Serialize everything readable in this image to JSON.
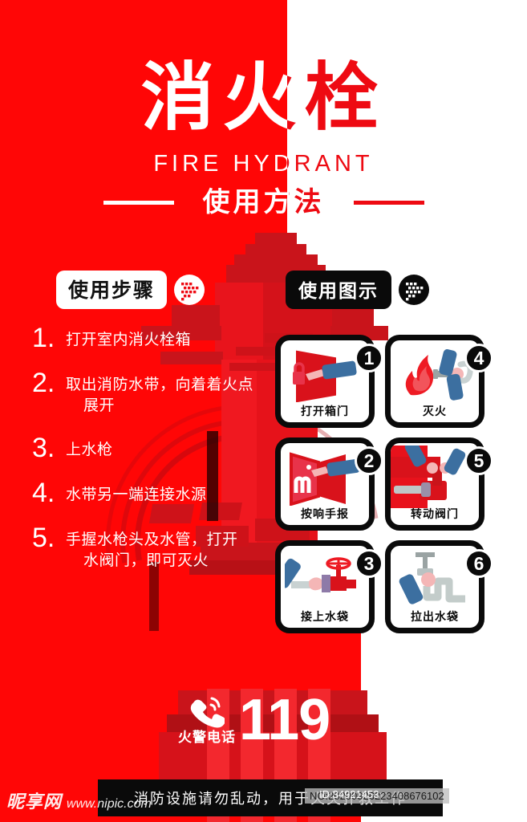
{
  "poster": {
    "title_cn": "消火栓",
    "title_en": "FIRE HYDRANT",
    "subtitle": "使用方法",
    "colors": {
      "red": "#FF0606",
      "title_red": "#EE0A12",
      "dark_red": "#C9141B",
      "black": "#0A0A0A",
      "white": "#FFFFFF",
      "blue": "#3C6FA0",
      "skin": "#F4B6B6"
    }
  },
  "badges": {
    "steps_label": "使用步骤",
    "icons_label": "使用图示",
    "steps_icon": "dotted-arrow-icon",
    "icons_icon": "dotted-arrow-icon"
  },
  "steps": [
    {
      "num": "1.",
      "line1": "打开室内消火栓箱",
      "line2": ""
    },
    {
      "num": "2.",
      "line1": "取出消防水带，向着着火点",
      "line2": "展开"
    },
    {
      "num": "3.",
      "line1": "上水枪",
      "line2": ""
    },
    {
      "num": "4.",
      "line1": "水带另一端连接水源",
      "line2": ""
    },
    {
      "num": "5.",
      "line1": "手握水枪头及水管，打开",
      "line2": "水阀门，即可灭火"
    }
  ],
  "cards": [
    {
      "badge": "1",
      "label": "打开箱门",
      "art": "open-cabinet-door-icon"
    },
    {
      "badge": "4",
      "label": "灭火",
      "art": "extinguish-fire-icon"
    },
    {
      "badge": "2",
      "label": "按响手报",
      "art": "press-manual-alarm-icon"
    },
    {
      "badge": "5",
      "label": "转动阀门",
      "art": "turn-valve-icon"
    },
    {
      "badge": "3",
      "label": "接上水袋",
      "art": "connect-hose-icon"
    },
    {
      "badge": "6",
      "label": "拉出水袋",
      "art": "pull-out-hose-icon"
    }
  ],
  "emergency": {
    "icon": "phone-ring-icon",
    "label": "火警电话",
    "number": "119"
  },
  "bottom_bar": {
    "text": "消防设施请勿乱动，用于火灾扑救工作"
  },
  "watermark": {
    "site_cn": "昵享网",
    "url": "www.nipic.com",
    "id": "ID:34921453",
    "no": "NO:20200926223408676102"
  }
}
